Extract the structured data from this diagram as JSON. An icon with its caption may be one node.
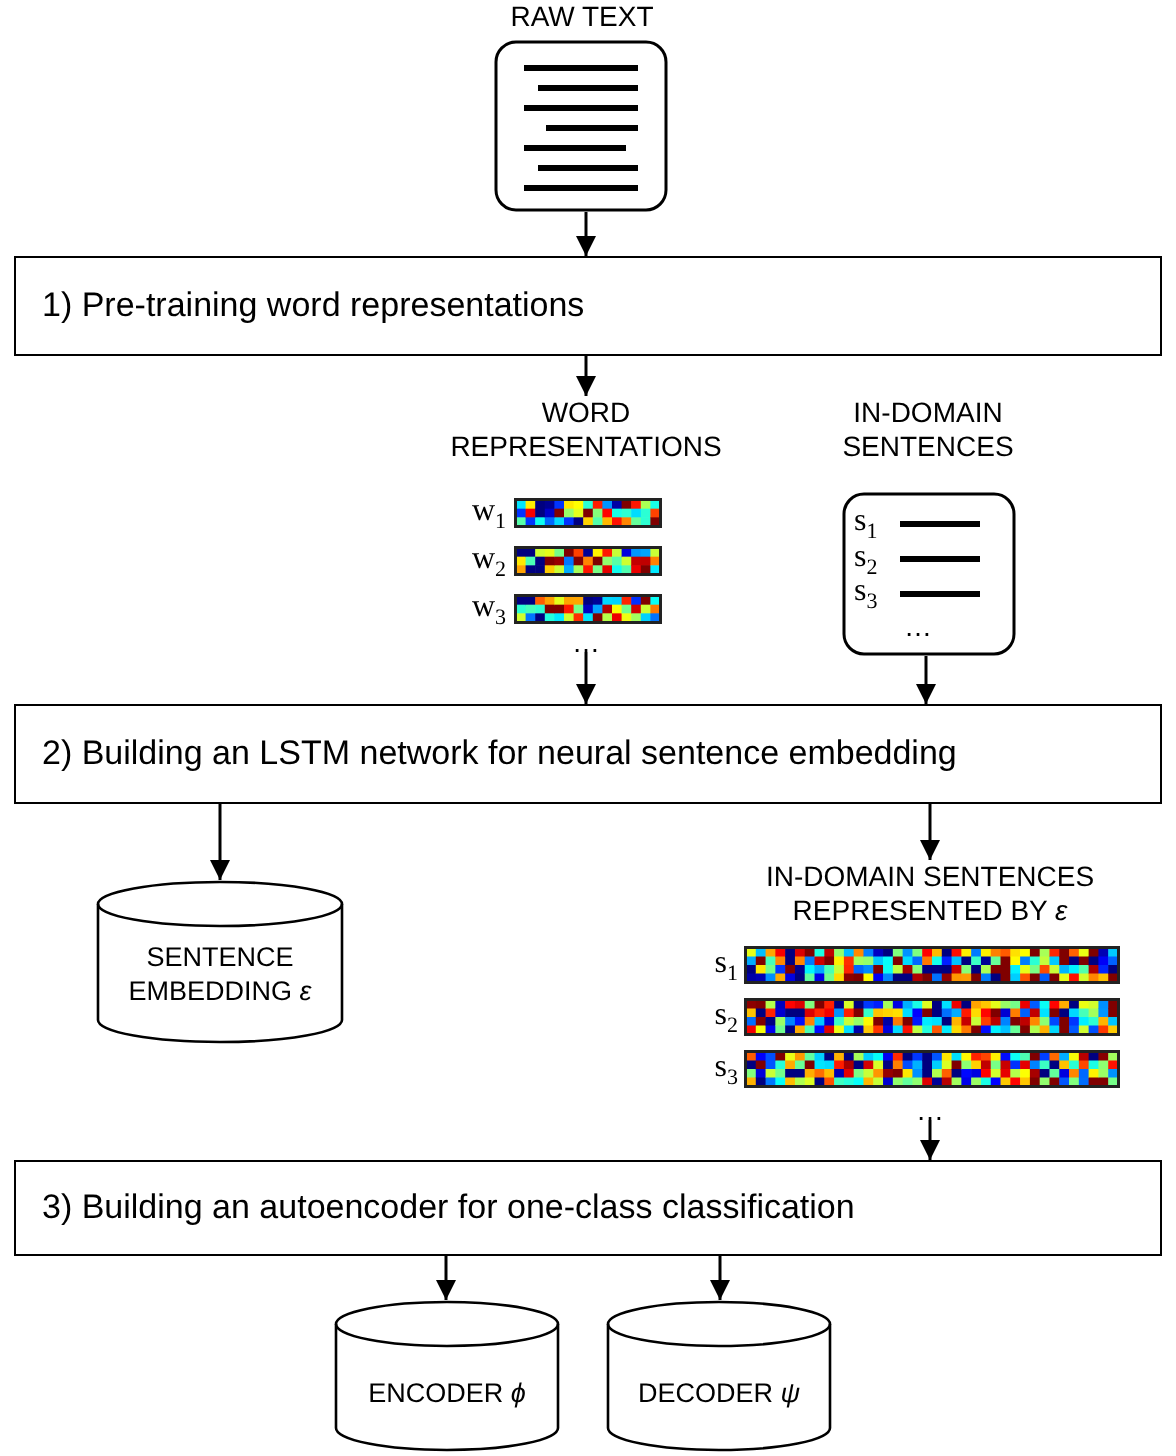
{
  "diagram": {
    "nodes": [
      {
        "text": [
          "RAW TEXT"
        ]
      },
      {
        "text": [
          "1) Pre-training word representations"
        ]
      },
      {
        "text": [
          "WORD REPRESENTATIONS",
          "w$_{1}$",
          "w$_{2}$",
          "w$_{3}$",
          "…"
        ]
      },
      {
        "text": [
          "IN-DOMAIN SENTENCES",
          "s$_{1}$",
          "s$_{2}$",
          "s$_{3}$",
          "…"
        ]
      },
      {
        "text": [
          "2) Building an LSTM network for neural sentence embedding"
        ]
      },
      {
        "text": [
          "SENTENCE EMBEDDING *ε*"
        ]
      },
      {
        "text": [
          "IN-DOMAIN SENTENCES REPRESENTED BY *ε*",
          "s$_{1}$",
          "s$_{2}$",
          "s$_{3}$",
          "…"
        ]
      },
      {
        "text": [
          "3) Building an autoencoder for one-class classification"
        ]
      },
      {
        "text": [
          "ENCODER *ϕ*"
        ]
      },
      {
        "text": [
          "DECODER *ψ*"
        ]
      }
    ],
    "edges": [
      {
        "from": 0,
        "to": 1,
        "arrow": "to"
      },
      {
        "from": 1,
        "to": 2,
        "arrow": "to"
      },
      {
        "from": 2,
        "to": 4,
        "arrow": "to"
      },
      {
        "from": 3,
        "to": 4,
        "arrow": "to"
      },
      {
        "from": 4,
        "to": 5,
        "arrow": "to"
      },
      {
        "from": 4,
        "to": 6,
        "arrow": "to"
      },
      {
        "from": 6,
        "to": 7,
        "arrow": "to"
      },
      {
        "from": 7,
        "to": 8,
        "arrow": "to"
      },
      {
        "from": 7,
        "to": 9,
        "arrow": "to"
      }
    ]
  }
}
